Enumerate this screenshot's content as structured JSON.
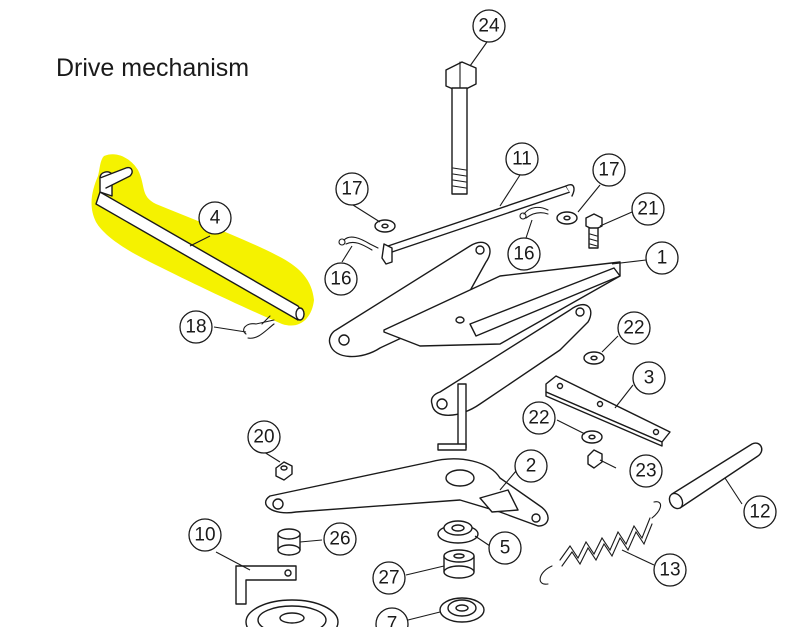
{
  "title": "Drive mechanism",
  "highlight_color": "#f5f200",
  "callouts": [
    {
      "id": "24",
      "label": "24",
      "part": "bolt"
    },
    {
      "id": "11",
      "label": "11",
      "part": "control-rod"
    },
    {
      "id": "17a",
      "label": "17",
      "part": "washer"
    },
    {
      "id": "17b",
      "label": "17",
      "part": "washer"
    },
    {
      "id": "21",
      "label": "21",
      "part": "bolt"
    },
    {
      "id": "4",
      "label": "4",
      "part": "pivot-rod"
    },
    {
      "id": "16a",
      "label": "16",
      "part": "hair-pin-clip"
    },
    {
      "id": "16b",
      "label": "16",
      "part": "hair-pin-clip"
    },
    {
      "id": "1",
      "label": "1",
      "part": "bracket"
    },
    {
      "id": "18",
      "label": "18",
      "part": "hair-pin-clip"
    },
    {
      "id": "22a",
      "label": "22",
      "part": "washer"
    },
    {
      "id": "3",
      "label": "3",
      "part": "plate"
    },
    {
      "id": "22b",
      "label": "22",
      "part": "washer"
    },
    {
      "id": "20",
      "label": "20",
      "part": "nut"
    },
    {
      "id": "23",
      "label": "23",
      "part": "nut"
    },
    {
      "id": "2",
      "label": "2",
      "part": "idler-arm"
    },
    {
      "id": "12",
      "label": "12",
      "part": "spacer-tube"
    },
    {
      "id": "10",
      "label": "10",
      "part": "bracket"
    },
    {
      "id": "26",
      "label": "26",
      "part": "bushing"
    },
    {
      "id": "5",
      "label": "5",
      "part": "bushing"
    },
    {
      "id": "13",
      "label": "13",
      "part": "spring"
    },
    {
      "id": "27",
      "label": "27",
      "part": "spacer"
    },
    {
      "id": "7",
      "label": "7",
      "part": "bearing"
    }
  ]
}
